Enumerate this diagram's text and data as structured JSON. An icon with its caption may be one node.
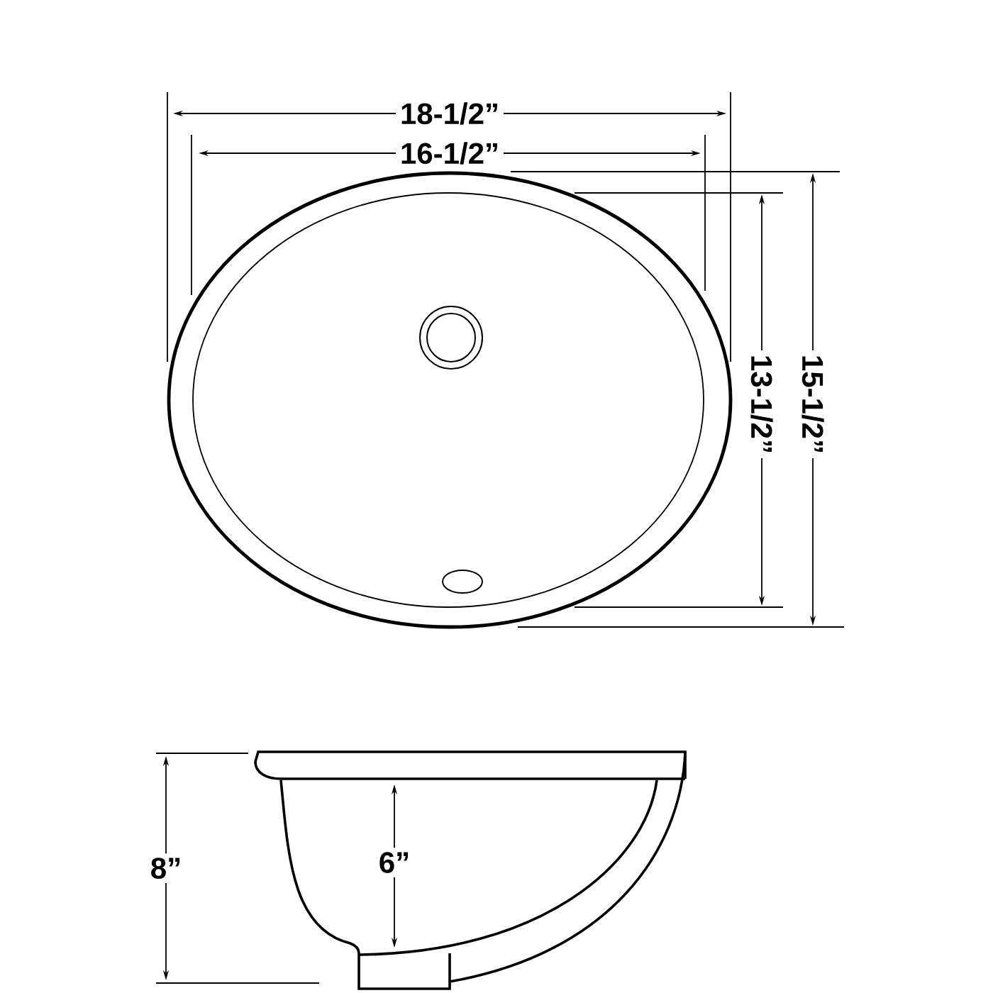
{
  "diagram": {
    "labels": [
      "18-1/2”",
      "16-1/2”",
      "13-1/2”",
      "15-1/2”",
      "8”",
      "6”"
    ]
  }
}
